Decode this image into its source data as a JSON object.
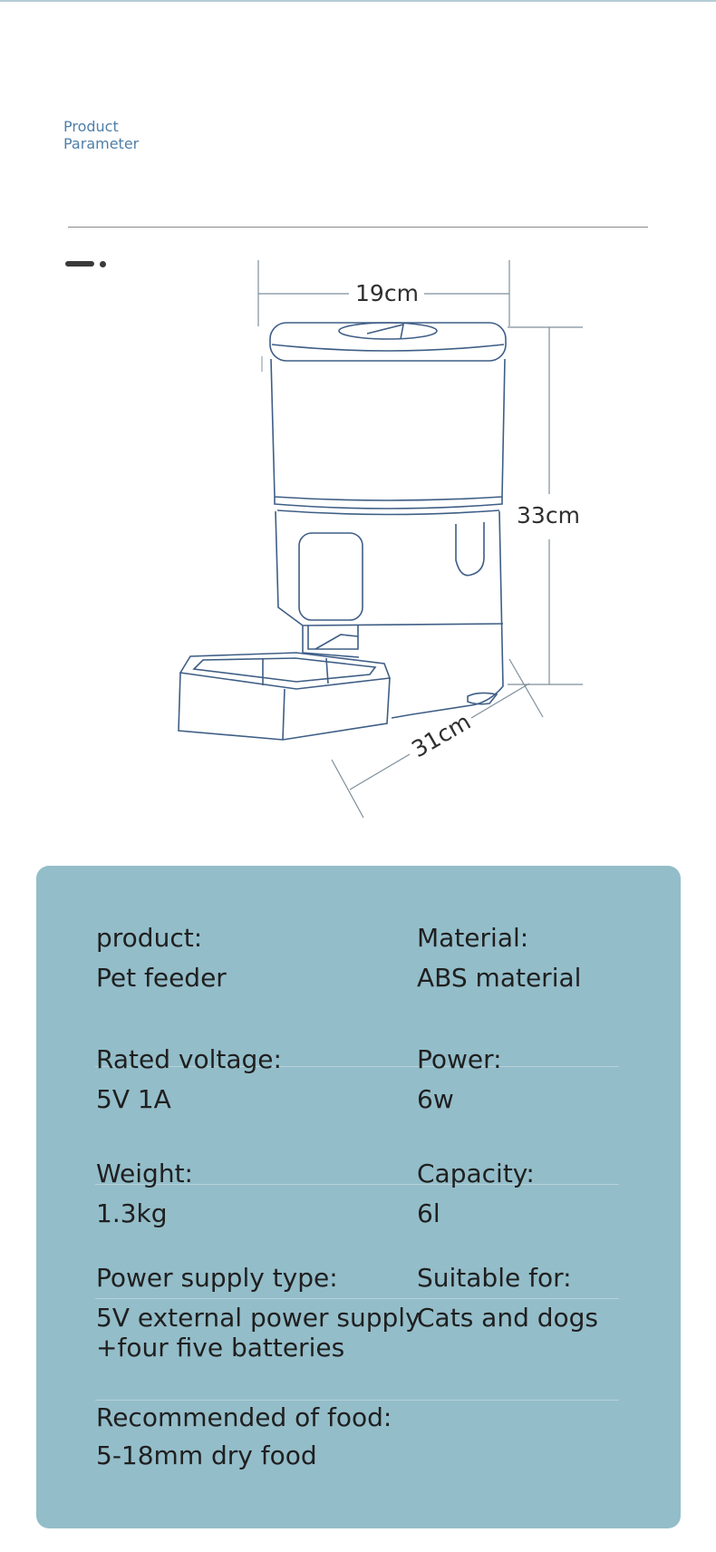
{
  "section": {
    "title_line1": "Product",
    "title_line2": "Parameter"
  },
  "diagram": {
    "width_label": "19cm",
    "height_label": "33cm",
    "depth_label": "31cm",
    "line_color": "#3f5e86"
  },
  "params": {
    "panel_color": "#93bdc9",
    "rows": [
      {
        "left": {
          "label": "product:",
          "value": "Pet feeder"
        },
        "right": {
          "label": "Material:",
          "value": "ABS material"
        }
      },
      {
        "left": {
          "label": "Rated voltage:",
          "value": "5V 1A"
        },
        "right": {
          "label": "Power:",
          "value": "6w"
        }
      },
      {
        "left": {
          "label": "Weight:",
          "value": "1.3kg"
        },
        "right": {
          "label": "Capacity:",
          "value": "6l"
        }
      },
      {
        "left": {
          "label": "Power supply type:",
          "value": "5V external power supply",
          "value_line2": "+four five batteries"
        },
        "right": {
          "label": "Suitable for:",
          "value": "Cats and dogs"
        }
      },
      {
        "left": {
          "label": "Recommended of food:",
          "value": "5-18mm dry food"
        }
      }
    ]
  }
}
